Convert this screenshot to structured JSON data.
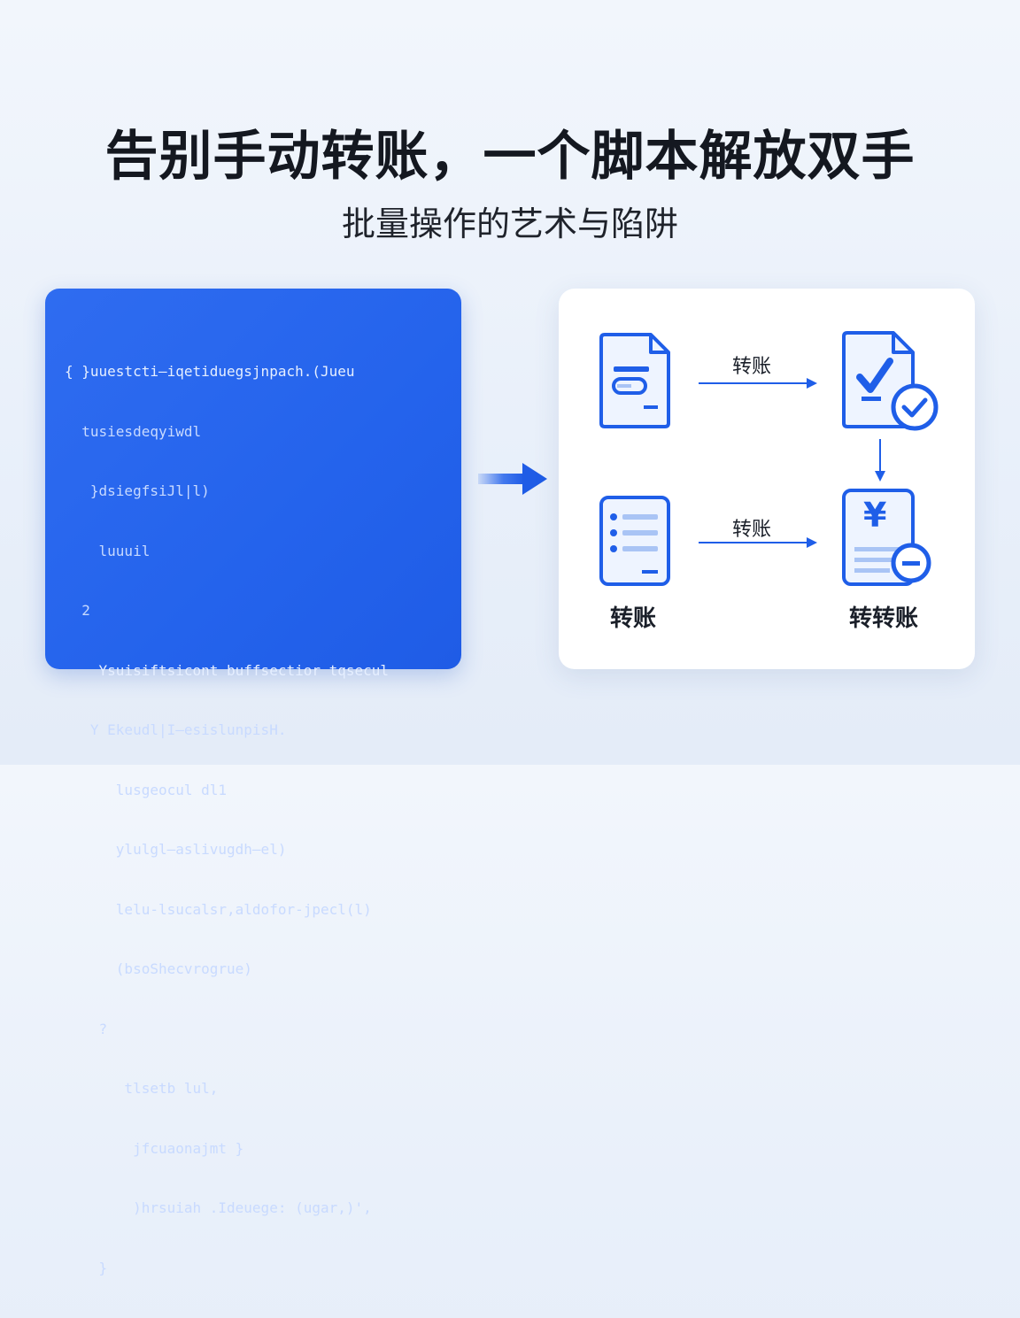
{
  "title": "告别手动转账，一个脚本解放双手",
  "subtitle": "批量操作的艺术与陷阱",
  "code_panel": {
    "lines": [
      "{ }uuestcti—iqetiduegsjnpach.(Jueu",
      "  tusiesdeqyiwdl",
      "   }dsiegfsiJl|l)",
      "    luuuil",
      "  2",
      "    Ysuisiftsicont buffsectior tqsecul",
      "   Y Ekeudl|I—esislunpisH.",
      "      lusgeocul dl1",
      "      ylulgl—aslivugdh—el)",
      "      lelu-lsucalsr,aldofor-jpecl(l)",
      "      (bsoShecvrogrue)",
      "    ?",
      "       tlsetb lul,",
      "        jfcuaonajmt }",
      "        )hrsuiah .Ideuege: (ugar,)',",
      "    }"
    ]
  },
  "flow_panel": {
    "top_arrow_label": "转账",
    "middle_arrow_label": "转账",
    "bottom_left_label": "转账",
    "bottom_right_label": "转转账",
    "yen_symbol": "¥"
  },
  "colors": {
    "accent_blue": "#2563eb",
    "icon_blue": "#1f5ee8",
    "light_blue": "#a9c4f5"
  }
}
